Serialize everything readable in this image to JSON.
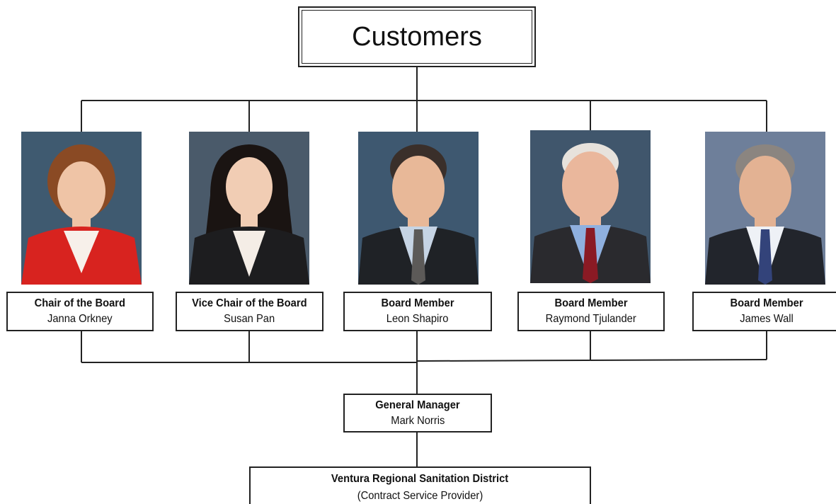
{
  "top": {
    "title": "Customers"
  },
  "board": [
    {
      "role": "Chair of the Board",
      "name": "Janna Orkney",
      "icon": "portrait-woman-red-blazer",
      "jacket": "#d8231f",
      "hair": "#8a4a24",
      "bg": "#3f5a70"
    },
    {
      "role": "Vice Chair of the Board",
      "name": "Susan Pan",
      "icon": "portrait-woman-black-blazer",
      "jacket": "#1d1d1f",
      "hair": "#1a1412",
      "bg": "#4a5a6a"
    },
    {
      "role": "Board Member",
      "name": "Leon Shapiro",
      "icon": "portrait-man-dark-suit",
      "jacket": "#1f2226",
      "hair": "#3a2f2a",
      "bg": "#3e5870"
    },
    {
      "role": "Board Member",
      "name": "Raymond Tjulander",
      "icon": "portrait-man-older-suit",
      "jacket": "#2a2a2e",
      "hair": "#e7e2dc",
      "bg": "#40566c"
    },
    {
      "role": "Board Member",
      "name": "James Wall",
      "icon": "portrait-man-gray-hair-suit",
      "jacket": "#22252c",
      "hair": "#8b8580",
      "bg": "#6e7f9a"
    }
  ],
  "manager": {
    "role": "General Manager",
    "name": "Mark Norris"
  },
  "provider": {
    "name": "Ventura Regional Sanitation District",
    "note": "(Contract Service Provider)"
  }
}
